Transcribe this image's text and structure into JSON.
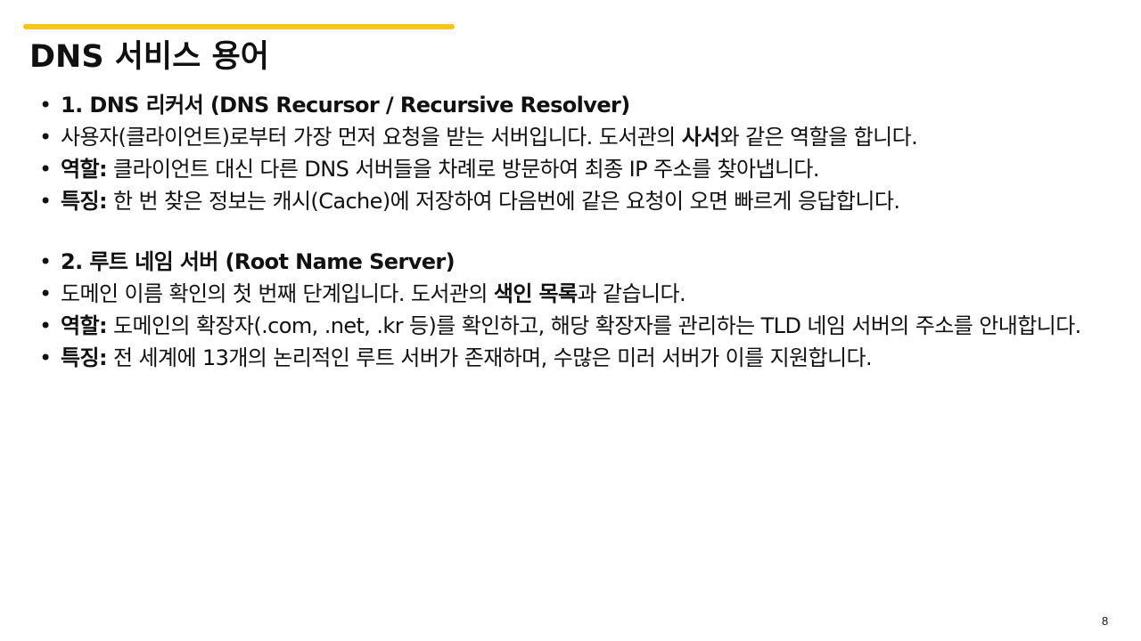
{
  "colors": {
    "accent": "#f5c518",
    "text": "#111111",
    "background": "#ffffff"
  },
  "slide": {
    "title": "DNS 서비스 용어",
    "page_number": "8",
    "bullet_glyph": "•"
  },
  "section1": {
    "heading": "1. DNS 리커서 (DNS Recursor / Recursive Resolver)",
    "desc_pre": "사용자(클라이언트)로부터 가장 먼저 요청을 받는 서버입니다. 도서관의 ",
    "desc_bold": "사서",
    "desc_post": "와 같은 역할을 합니다.",
    "role_label": "역할:",
    "role_text": " 클라이언트 대신 다른 DNS 서버들을 차례로 방문하여 최종 IP 주소를 찾아냅니다.",
    "feature_label": "특징:",
    "feature_text": " 한 번 찾은 정보는 캐시(Cache)에 저장하여 다음번에 같은 요청이 오면 빠르게 응답합니다."
  },
  "section2": {
    "heading": "2. 루트 네임 서버 (Root Name Server)",
    "desc_pre": "도메인 이름 확인의 첫 번째 단계입니다. 도서관의 ",
    "desc_bold": "색인 목록",
    "desc_post": "과 같습니다.",
    "role_label": "역할:",
    "role_text": " 도메인의 확장자(.com, .net, .kr 등)를 확인하고, 해당 확장자를 관리하는 TLD 네임 서버의 주소를 안내합니다.",
    "feature_label": "특징:",
    "feature_text": " 전 세계에 13개의 논리적인 루트 서버가 존재하며, 수많은 미러 서버가 이를 지원합니다."
  }
}
